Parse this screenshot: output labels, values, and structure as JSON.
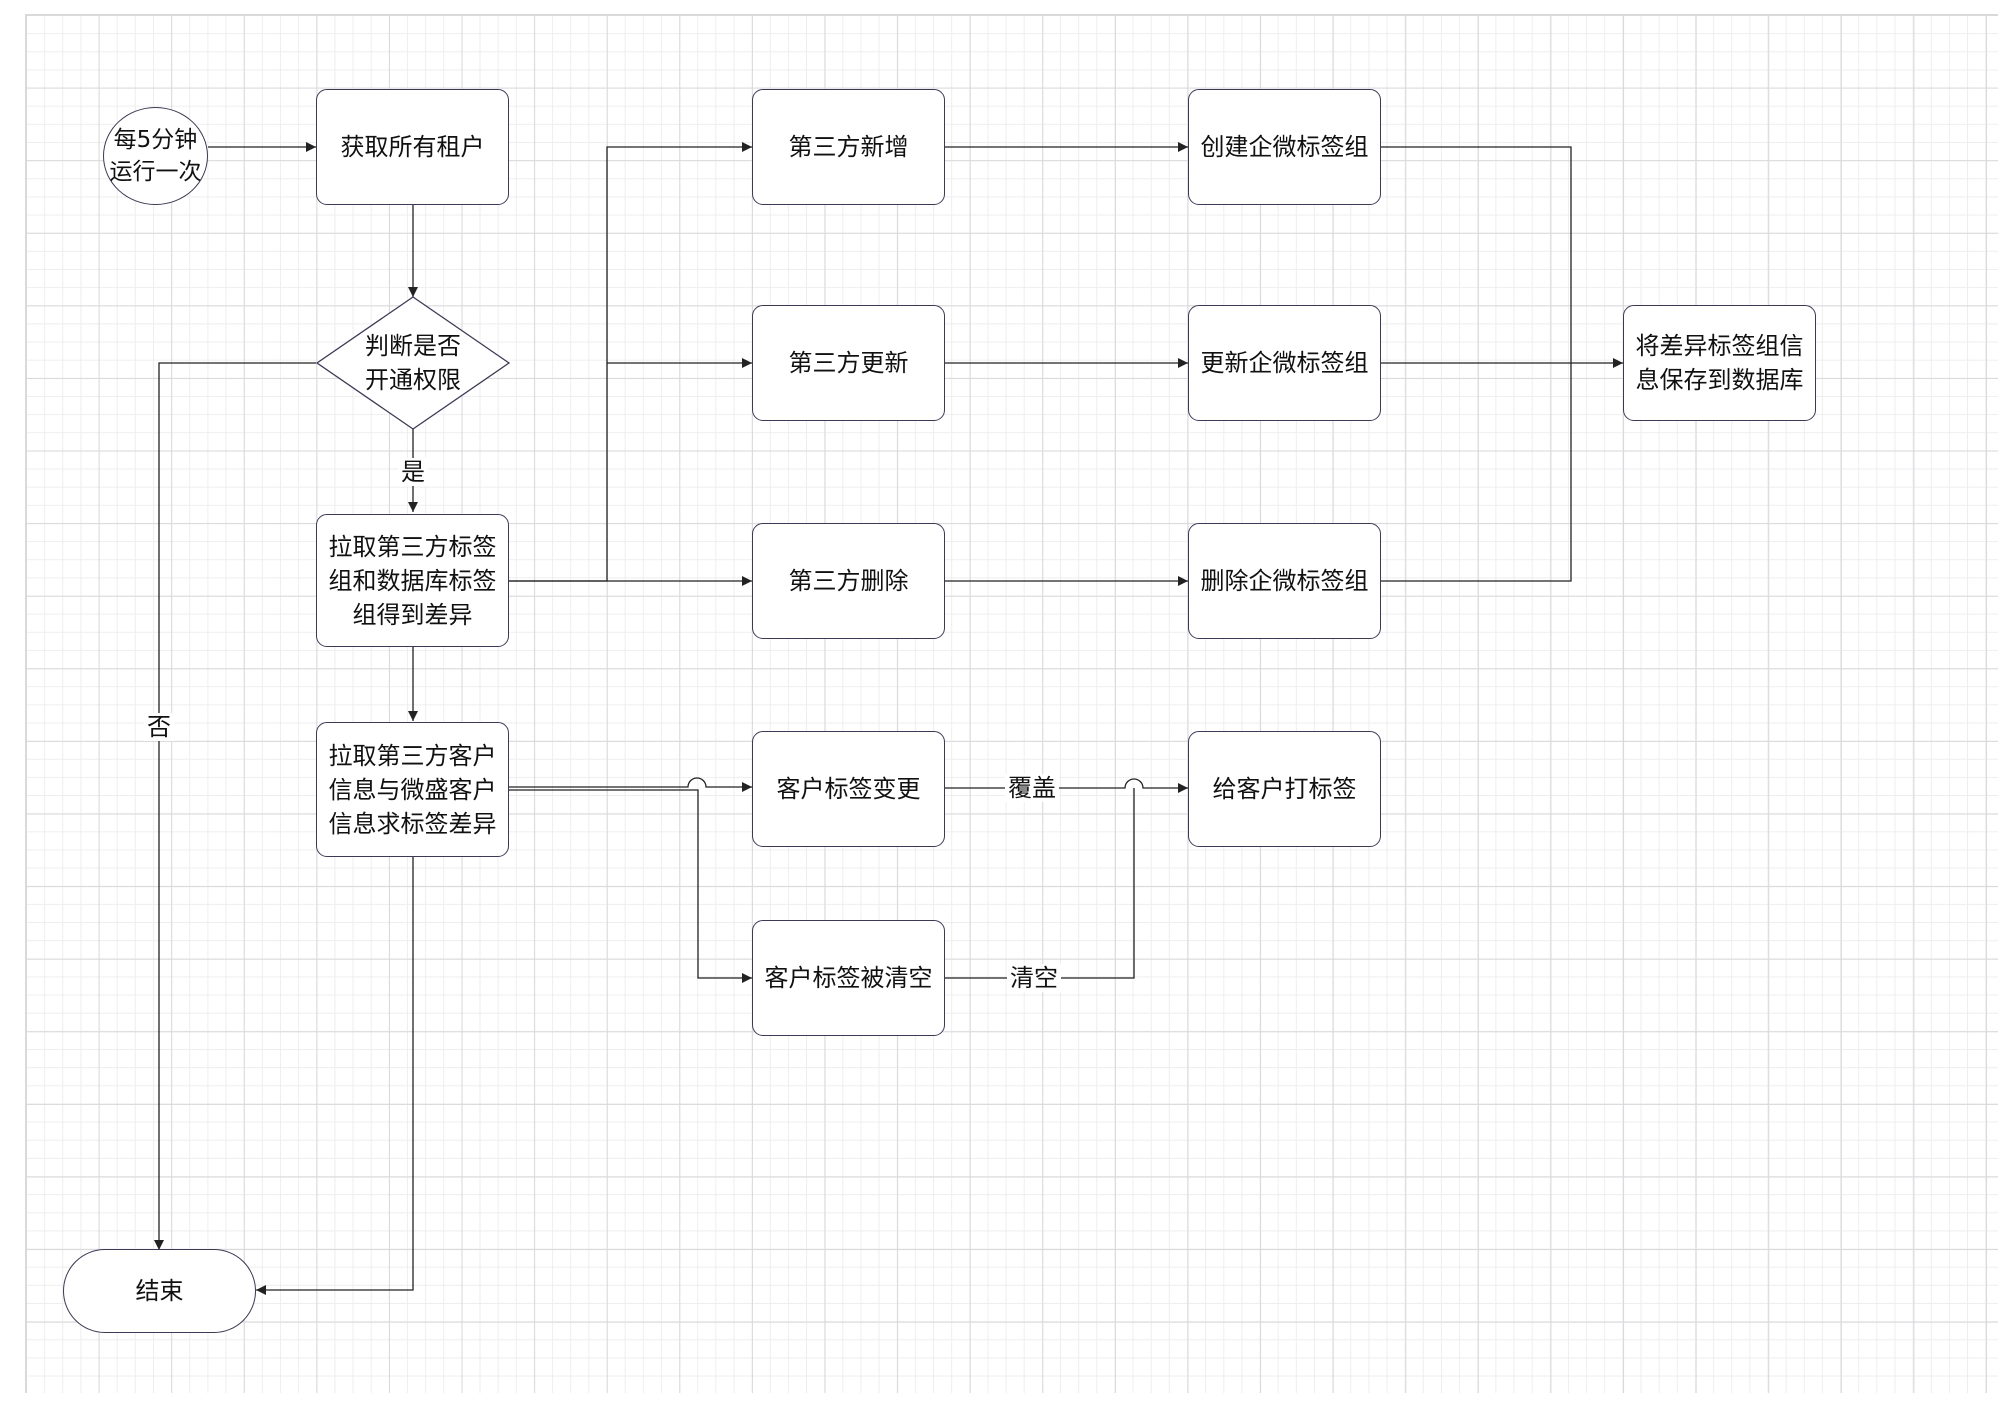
{
  "diagram": {
    "nodes": {
      "start": "每5分钟\n运行一次",
      "get_tenants": "获取所有租户",
      "check_permission": "判断是否\n开通权限",
      "pull_tag_groups": "拉取第三方标签\n组和数据库标签\n组得到差异",
      "pull_customers": "拉取第三方客户\n信息与微盛客户\n信息求标签差异",
      "third_add": "第三方新增",
      "third_update": "第三方更新",
      "third_delete": "第三方删除",
      "create_group": "创建企微标签组",
      "update_group": "更新企微标签组",
      "delete_group": "删除企微标签组",
      "save_db": "将差异标签组信\n息保存到数据库",
      "tag_changed": "客户标签变更",
      "tag_cleared": "客户标签被清空",
      "tag_customer": "给客户打标签",
      "end": "结束"
    },
    "edge_labels": {
      "yes": "是",
      "no": "否",
      "overwrite": "覆盖",
      "clear": "清空"
    },
    "colors": {
      "stroke": "#3b3a55",
      "line": "#222222",
      "grid_major": "#d9d9dc",
      "grid_minor": "#eeeef0"
    }
  }
}
